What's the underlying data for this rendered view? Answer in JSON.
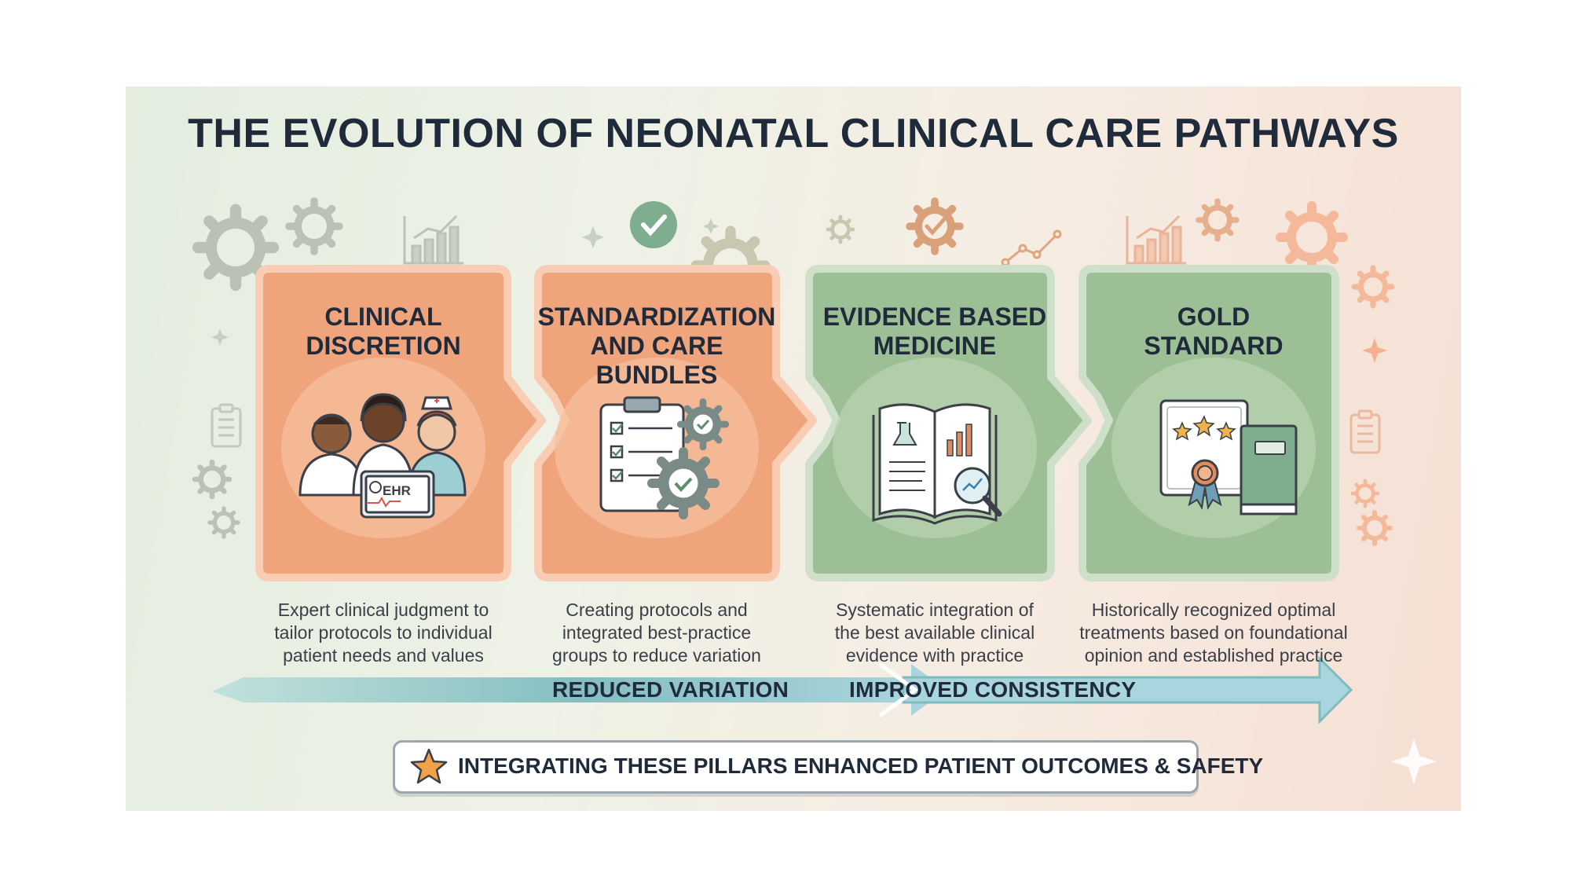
{
  "title": "THE EVOLUTION OF NEONATAL CLINICAL CARE PATHWAYS",
  "stages": [
    {
      "title_line1": "CLINICAL",
      "title_line2": "DISCRETION",
      "icon": "clinicians-ehr-icon",
      "badge": "EHR",
      "desc_line1": "Expert clinical judgment to",
      "desc_line2": "tailor protocols to individual",
      "desc_line3": "patient needs and values"
    },
    {
      "title_line1": "STANDARDIZATION",
      "title_line2": "AND CARE BUNDLES",
      "icon": "clipboard-checklist-gears-icon",
      "desc_line1": "Creating protocols and",
      "desc_line2": "integrated best-practice",
      "desc_line3": "groups to reduce variation"
    },
    {
      "title_line1": "EVIDENCE BASED",
      "title_line2": "MEDICINE",
      "icon": "open-book-magnifier-icon",
      "desc_line1": "Systematic integration of",
      "desc_line2": "the best available clinical",
      "desc_line3": "evidence with practice"
    },
    {
      "title_line1": "GOLD",
      "title_line2": "STANDARD",
      "icon": "certificate-book-icon",
      "desc_line1": "Historically recognized optimal",
      "desc_line2": "treatments based on foundational",
      "desc_line3": "opinion and established practice"
    }
  ],
  "band": {
    "left_label": "REDUCED VARIATION",
    "right_label": "IMPROVED CONSISTENCY"
  },
  "banner": {
    "icon": "star-icon",
    "text": "INTEGRATING THESE PILLARS ENHANCED PATIENT OUTCOMES & SAFETY"
  },
  "colors": {
    "orange_card": "#f0a47c",
    "orange_border": "#f6c9ae",
    "green_card": "#9cbf96",
    "green_border": "#c9ddc3",
    "gear_gray": "#b9c2b4",
    "gear_peach": "#f3b99a",
    "teal_arrow": "#9ccfd3"
  }
}
